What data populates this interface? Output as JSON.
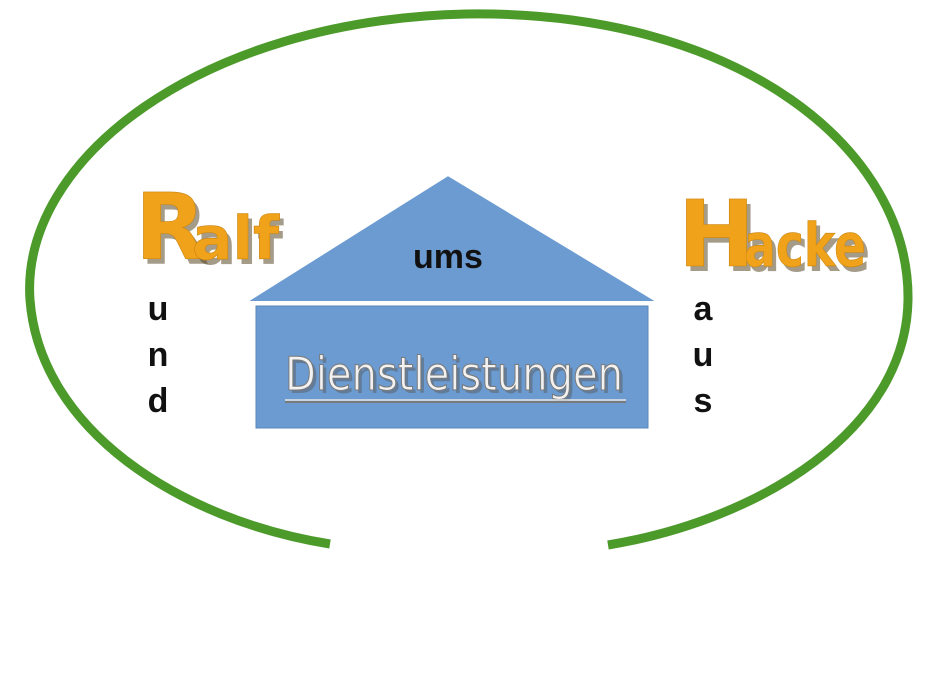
{
  "logo": {
    "left_word_initial": "R",
    "left_word_rest": "alf",
    "right_word_initial": "H",
    "right_word_rest": "acke",
    "roof_text": "ums",
    "house_text": "Dienstleistungen",
    "left_vertical_letters": [
      "u",
      "n",
      "d"
    ],
    "right_vertical_letters": [
      "a",
      "u",
      "s"
    ]
  },
  "colors": {
    "ring_green": "#4c9a2a",
    "word_orange": "#f0a21a",
    "house_blue": "#6b9bd1",
    "house_border": "#5b87bb",
    "letter_black": "#111111"
  }
}
